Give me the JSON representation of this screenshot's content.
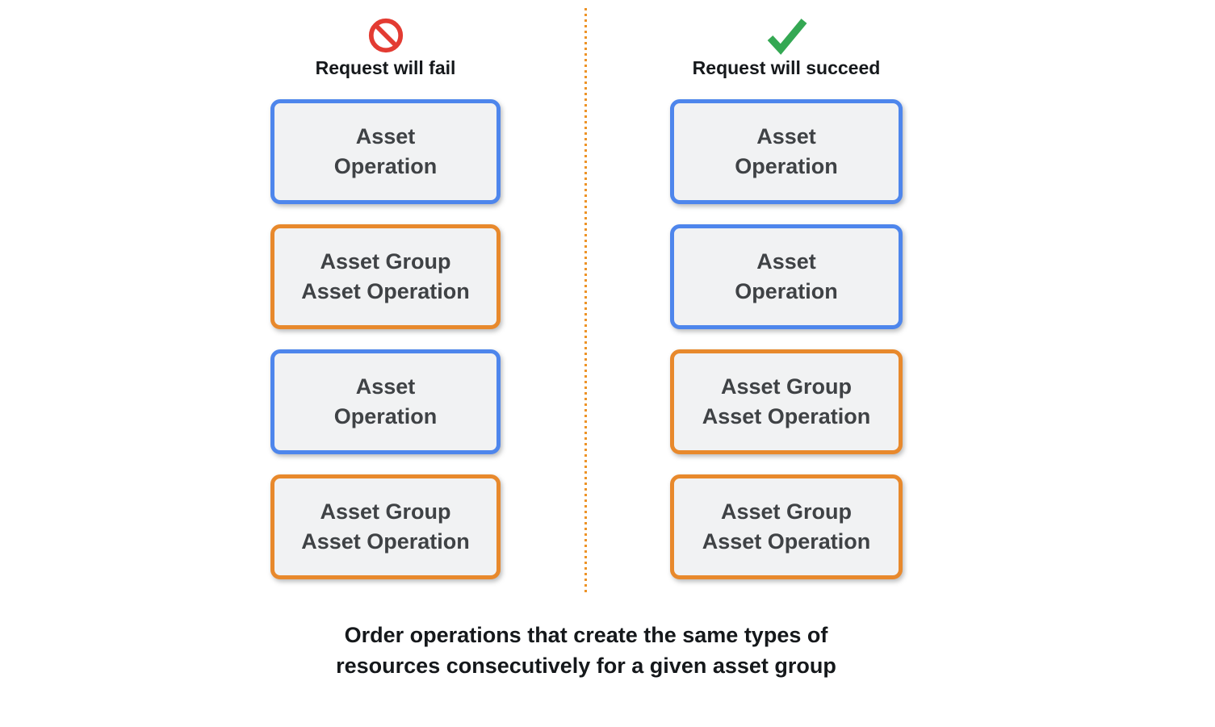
{
  "columns": [
    {
      "icon": "prohibition-icon",
      "heading": "Request will fail",
      "boxes": [
        {
          "text": "Asset\nOperation",
          "type": "blue"
        },
        {
          "text": "Asset Group\nAsset Operation",
          "type": "orange"
        },
        {
          "text": "Asset\nOperation",
          "type": "blue"
        },
        {
          "text": "Asset Group\nAsset Operation",
          "type": "orange"
        }
      ]
    },
    {
      "icon": "checkmark-icon",
      "heading": "Request will succeed",
      "boxes": [
        {
          "text": "Asset\nOperation",
          "type": "blue"
        },
        {
          "text": "Asset\nOperation",
          "type": "blue"
        },
        {
          "text": "Asset Group\nAsset Operation",
          "type": "orange"
        },
        {
          "text": "Asset Group\nAsset Operation",
          "type": "orange"
        }
      ]
    }
  ],
  "caption": "Order operations that create the same types of\nresources consecutively for a given asset group",
  "colors": {
    "blue_border": "#4e86ec",
    "orange_border": "#e8892c",
    "divider_orange": "#ed9327",
    "box_fill": "#f1f2f3",
    "box_text": "#3f4245",
    "text_dark": "#15181b",
    "fail_red": "#e33b32",
    "success_green": "#34a853"
  }
}
